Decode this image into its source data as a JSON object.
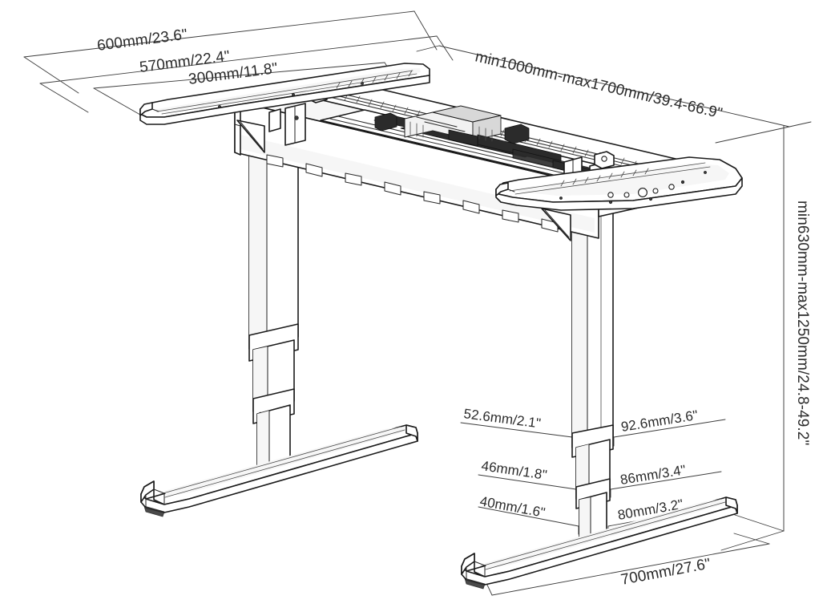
{
  "drawing": {
    "title": "Height adjustable desk frame - dimension drawing",
    "type": "isometric technical line drawing",
    "subject": "Electric sit-stand desk frame (dual-column telescopic legs, telescoping crossbeam, T-feet)",
    "background_color": "#ffffff",
    "line_color": "#1a1a1a",
    "text_color": "#2b2b2b"
  },
  "dimensions": {
    "top_depth_outer": "600mm/23.6\"",
    "top_depth_mid": "570mm/22.4\"",
    "top_depth_inner": "300mm/11.8\"",
    "width_range": "min1000mm-max1700mm/39.4-66.9\"",
    "height_range": "min630mm-max1250mm/24.8-49.2\"",
    "col_top_left": "52.6mm/2.1\"",
    "col_top_right": "92.6mm/3.6\"",
    "col_mid_left": "46mm/1.8\"",
    "col_mid_right": "86mm/3.4\"",
    "col_bot_left": "40mm/1.6\"",
    "col_bot_right": "80mm/3.2\"",
    "foot_length": "700mm/27.6\""
  },
  "parts": {
    "tabletop_bracket_left": "left top mounting bracket",
    "tabletop_bracket_right": "right top mounting bracket",
    "crossbeam": "telescoping crossbeam",
    "motor_gearbox": "central motor gearbox assembly",
    "column_left": "left telescopic column",
    "column_right": "right telescopic column",
    "foot_left": "left foot",
    "foot_right": "right foot"
  }
}
